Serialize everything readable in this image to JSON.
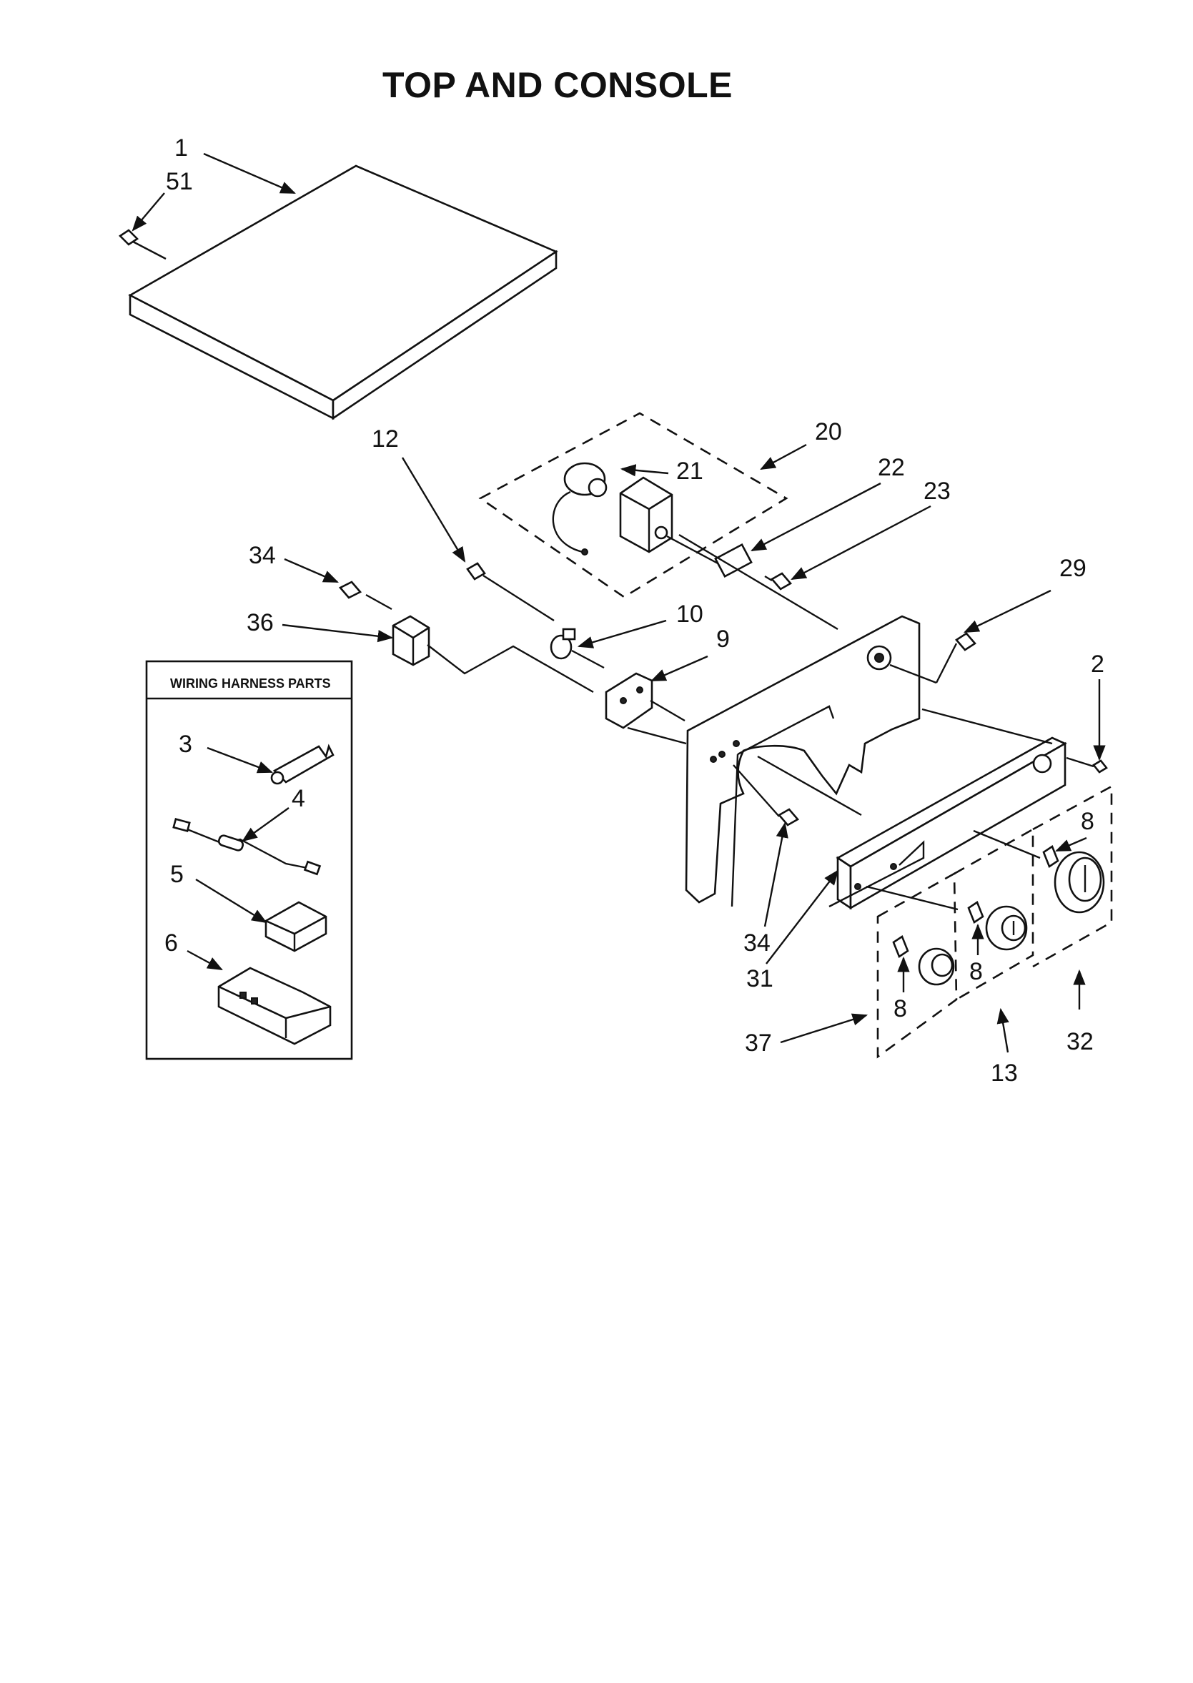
{
  "title": "TOP AND CONSOLE",
  "wiring_box_label": "WIRING HARNESS PARTS",
  "callouts": {
    "c1": "1",
    "c51": "51",
    "c12": "12",
    "c20": "20",
    "c21": "21",
    "c22": "22",
    "c23": "23",
    "c34a": "34",
    "c36": "36",
    "c10": "10",
    "c9": "9",
    "c29": "29",
    "c2": "2",
    "c8a": "8",
    "c3": "3",
    "c4": "4",
    "c5": "5",
    "c6": "6",
    "c34b": "34",
    "c8b": "8",
    "c31": "31",
    "c8c": "8",
    "c37": "37",
    "c32": "32",
    "c13": "13"
  }
}
